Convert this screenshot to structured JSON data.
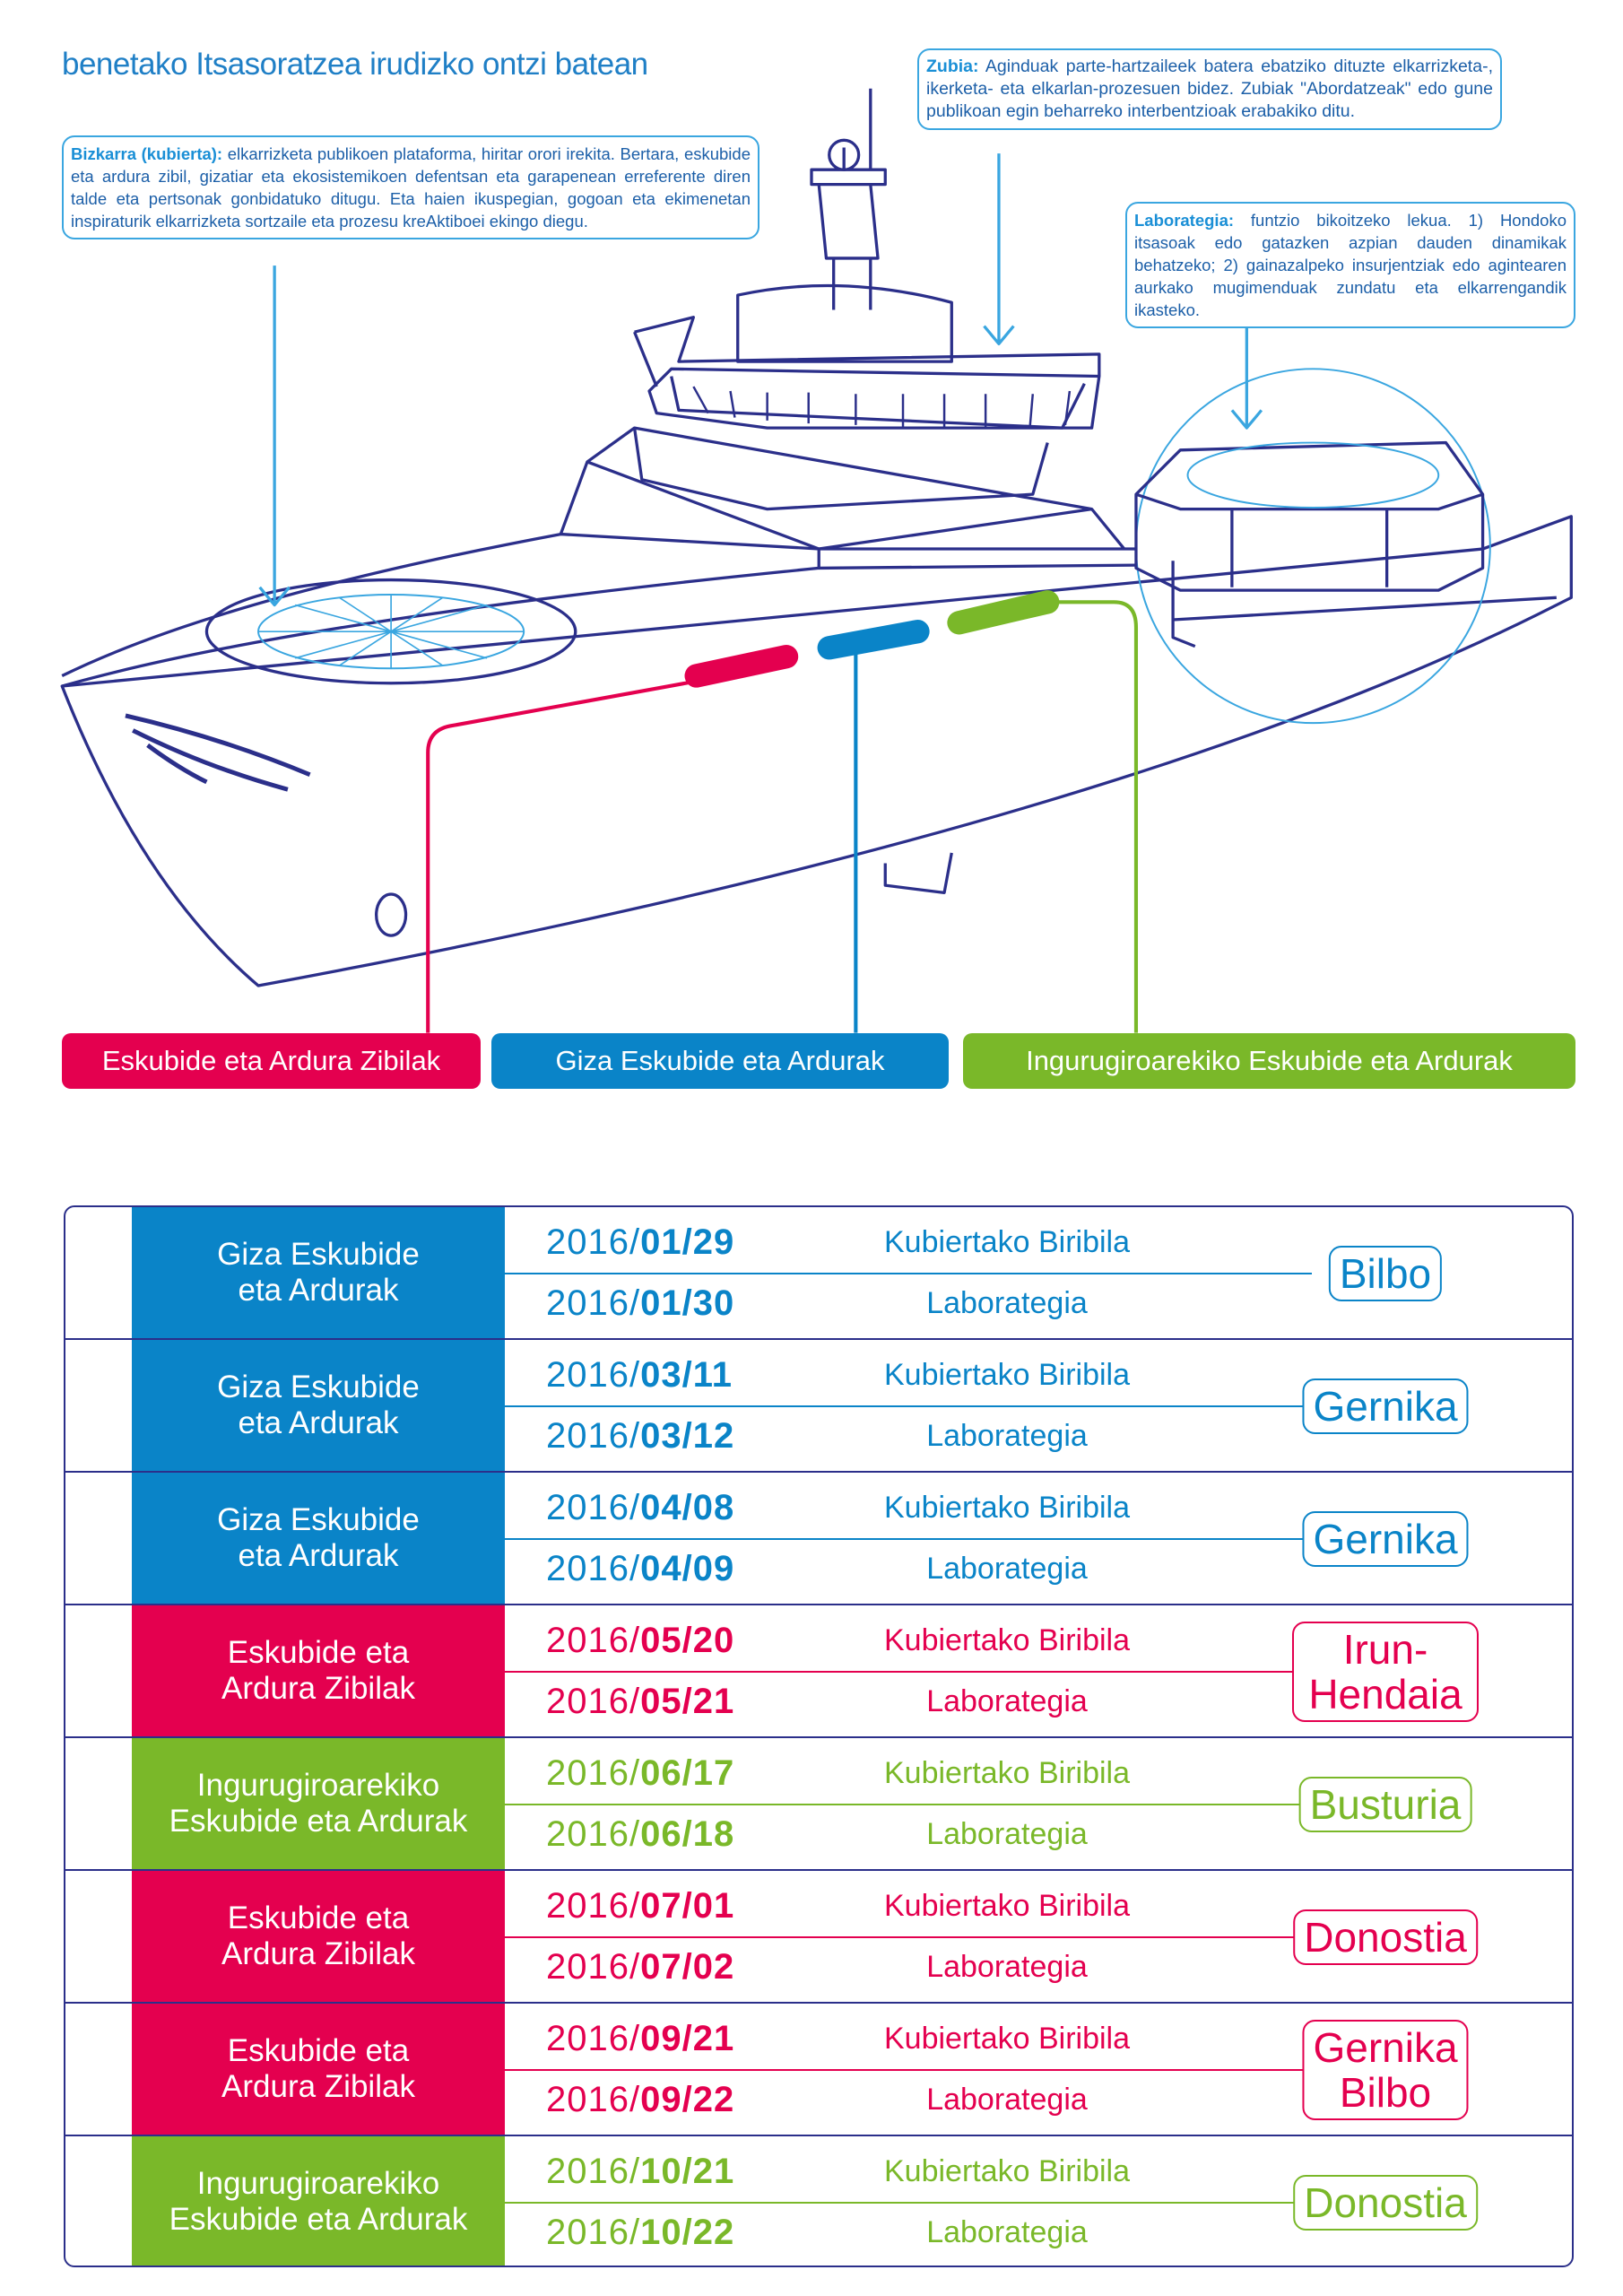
{
  "title": "benetako Itsasoratzea irudizko ontzi batean",
  "callouts": {
    "deck": {
      "term": "Bizkarra (kubierta):",
      "text": " elkarrizketa publikoen plataforma, hiritar orori irekita. Bertara, eskubide eta ardura zibil, gizatiar eta ekosistemikoen defentsan eta garapenean erreferente diren talde eta pertsonak gonbidatuko ditugu. Eta haien ikuspegian, gogoan eta ekimenetan inspiraturik elkarrizketa sortzaile eta prozesu kreAktiboei ekingo diegu."
    },
    "bridge": {
      "term": "Zubia:",
      "text": " Aginduak parte-hartzaileek batera ebatziko dituzte elkarrizketa-, ikerketa- eta elkarlan-prozesuen bidez. Zubiak \"Abordatzeak\" edo gune publikoan egin beharreko interbentzioak erabakiko ditu."
    },
    "lab": {
      "term": "Laborategia:",
      "text": " funtzio bikoitzeko lekua. 1) Hondoko itsasoak edo gatazken azpian dauden dinamikak behatzeko; 2) gainazalpeko insurjentziak edo agintearen aurkako mugimenduak zundatu eta elkarrengandik ikasteko."
    }
  },
  "colors": {
    "blue": "#0a84c8",
    "red": "#e4004f",
    "green": "#7ab829",
    "navy": "#2b2f8a"
  },
  "labels": {
    "civil": "Eskubide eta Ardura Zibilak",
    "human": "Giza Eskubide eta Ardurak",
    "env": "Ingurugiroarekiko Eskubide eta Ardurak"
  },
  "schedule": [
    {
      "theme": "blue",
      "category": "Giza Eskubide\neta Ardurak",
      "dates": [
        {
          "year": "2016/",
          "md": "01/29",
          "activity": "Kubiertako Biribila"
        },
        {
          "year": "2016/",
          "md": "01/30",
          "activity": "Laborategia"
        }
      ],
      "city": "Bilbo"
    },
    {
      "theme": "blue",
      "category": "Giza Eskubide\neta Ardurak",
      "dates": [
        {
          "year": "2016/",
          "md": "03/11",
          "activity": "Kubiertako Biribila"
        },
        {
          "year": "2016/",
          "md": "03/12",
          "activity": "Laborategia"
        }
      ],
      "city": "Gernika"
    },
    {
      "theme": "blue",
      "category": "Giza Eskubide\neta Ardurak",
      "dates": [
        {
          "year": "2016/",
          "md": "04/08",
          "activity": "Kubiertako Biribila"
        },
        {
          "year": "2016/",
          "md": "04/09",
          "activity": "Laborategia"
        }
      ],
      "city": "Gernika"
    },
    {
      "theme": "red",
      "category": "Eskubide eta\nArdura Zibilak",
      "dates": [
        {
          "year": "2016/",
          "md": "05/20",
          "activity": "Kubiertako Biribila"
        },
        {
          "year": "2016/",
          "md": "05/21",
          "activity": "Laborategia"
        }
      ],
      "city": "Irun-Hendaia"
    },
    {
      "theme": "green",
      "category": "Ingurugiroarekiko\nEskubide eta Ardurak",
      "dates": [
        {
          "year": "2016/",
          "md": "06/17",
          "activity": "Kubiertako Biribila"
        },
        {
          "year": "2016/",
          "md": "06/18",
          "activity": "Laborategia"
        }
      ],
      "city": "Busturia"
    },
    {
      "theme": "red",
      "category": "Eskubide eta\nArdura Zibilak",
      "dates": [
        {
          "year": "2016/",
          "md": "07/01",
          "activity": "Kubiertako Biribila"
        },
        {
          "year": "2016/",
          "md": "07/02",
          "activity": "Laborategia"
        }
      ],
      "city": "Donostia"
    },
    {
      "theme": "red",
      "category": "Eskubide eta\nArdura Zibilak",
      "dates": [
        {
          "year": "2016/",
          "md": "09/21",
          "activity": "Kubiertako Biribila"
        },
        {
          "year": "2016/",
          "md": "09/22",
          "activity": "Laborategia"
        }
      ],
      "city": "Gernika\nBilbo"
    },
    {
      "theme": "green",
      "category": "Ingurugiroarekiko\nEskubide eta Ardurak",
      "dates": [
        {
          "year": "2016/",
          "md": "10/21",
          "activity": "Kubiertako Biribila"
        },
        {
          "year": "2016/",
          "md": "10/22",
          "activity": "Laborategia"
        }
      ],
      "city": "Donostia"
    }
  ]
}
